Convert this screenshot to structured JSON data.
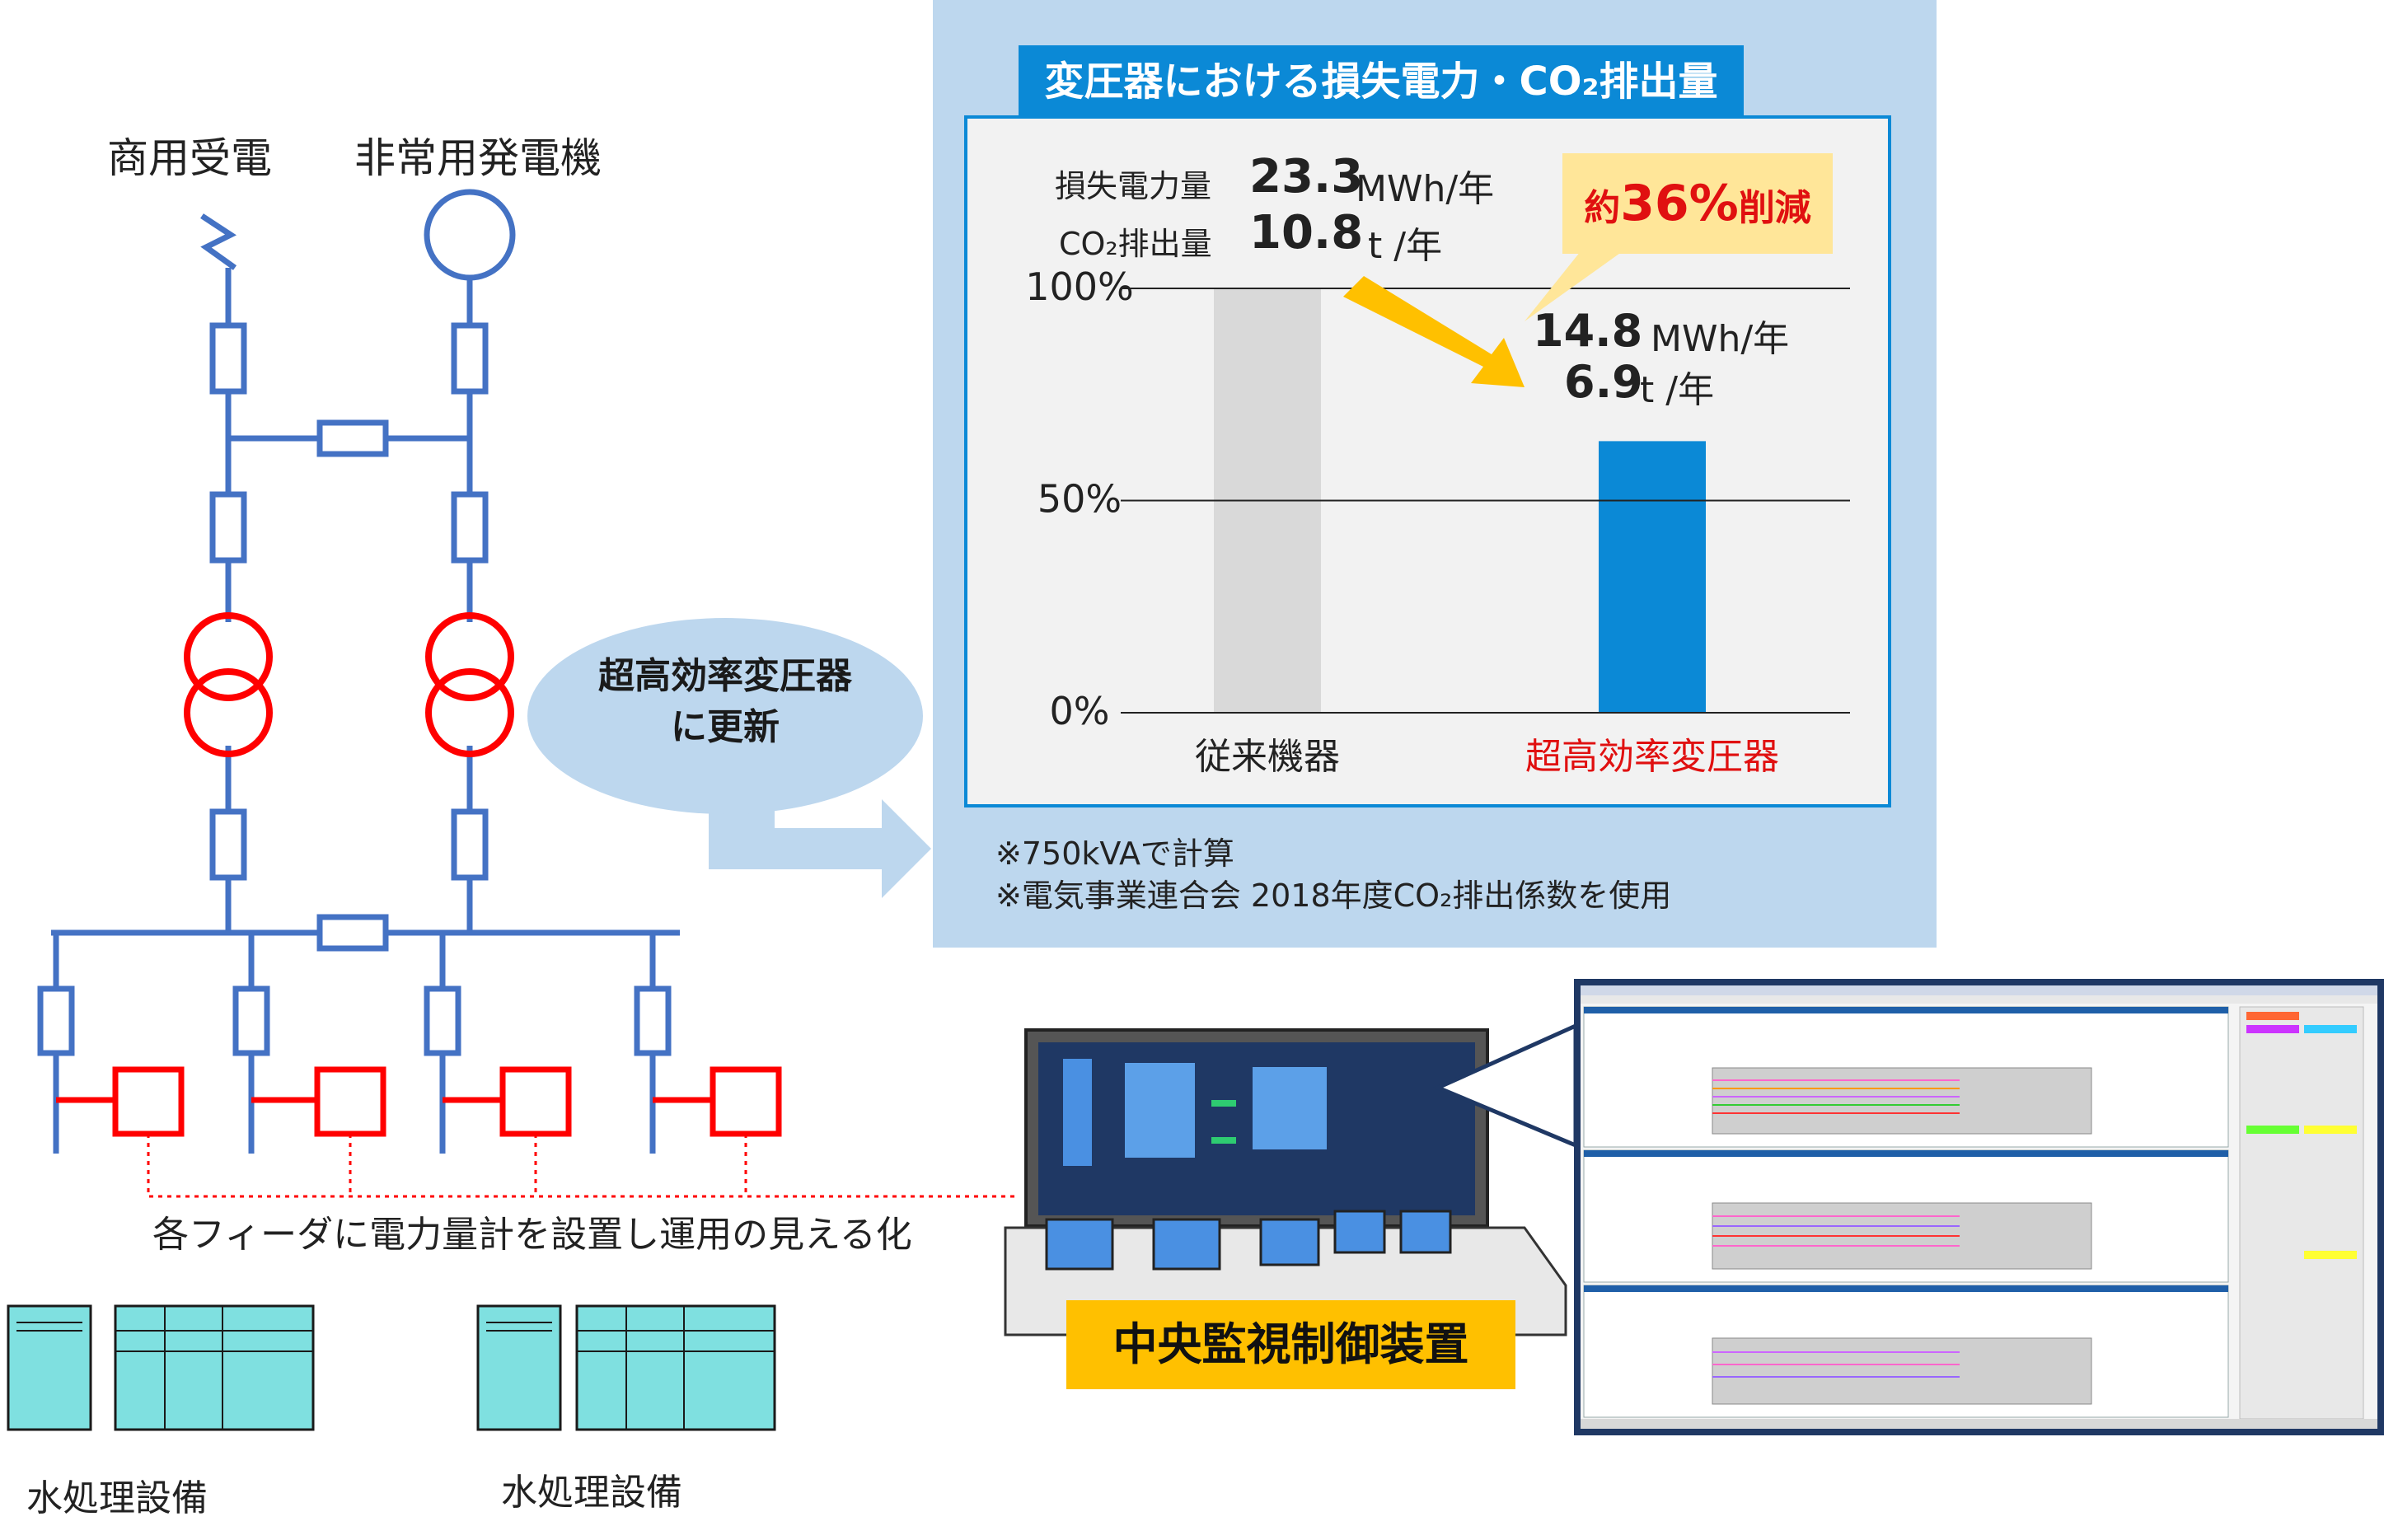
{
  "labels": {
    "commercial_power": "商用受電",
    "emergency_generator": "非常用発電機",
    "upgrade_line1": "超高効率変圧器",
    "upgrade_line2": "に更新",
    "feeder_note": "各フィーダに電力量計を設置し運用の見える化",
    "water_facility_1": "水処理設備",
    "water_facility_2": "水処理設備",
    "control_device": "中央監視制御装置"
  },
  "panel": {
    "title": "変圧器における損失電力・CO₂排出量",
    "callout_prefix": "約",
    "callout_value": "36%",
    "callout_suffix": "削減",
    "legacy_loss_label": "損失電力量",
    "legacy_loss_value": "23.3",
    "legacy_loss_unit": "MWh/年",
    "legacy_co2_label": "CO₂排出量",
    "legacy_co2_value": "10.8",
    "legacy_co2_unit": "t /年",
    "new_loss_value": "14.8",
    "new_loss_unit": "MWh/年",
    "new_co2_value": "6.9",
    "new_co2_unit": "t /年",
    "note1": "※750kVAで計算",
    "note2": "※電気事業連合会 2018年度CO₂排出係数を使用"
  },
  "chart_data": {
    "type": "bar",
    "categories": [
      "従来機器",
      "超高効率変圧器"
    ],
    "values": [
      100,
      64
    ],
    "ylim": [
      0,
      100
    ],
    "yticks": [
      "0%",
      "50%",
      "100%"
    ],
    "colors": [
      "#d9d9d9",
      "#0b89d6"
    ],
    "category_colors": [
      "#222222",
      "#e01010"
    ]
  },
  "colors": {
    "line": "#4472c4",
    "transformer": "#ff0000",
    "panel_bg": "#bdd7ee",
    "title_bg": "#0b89d6",
    "arrow": "#ffc000",
    "cabinet": "#7fe0e0"
  }
}
